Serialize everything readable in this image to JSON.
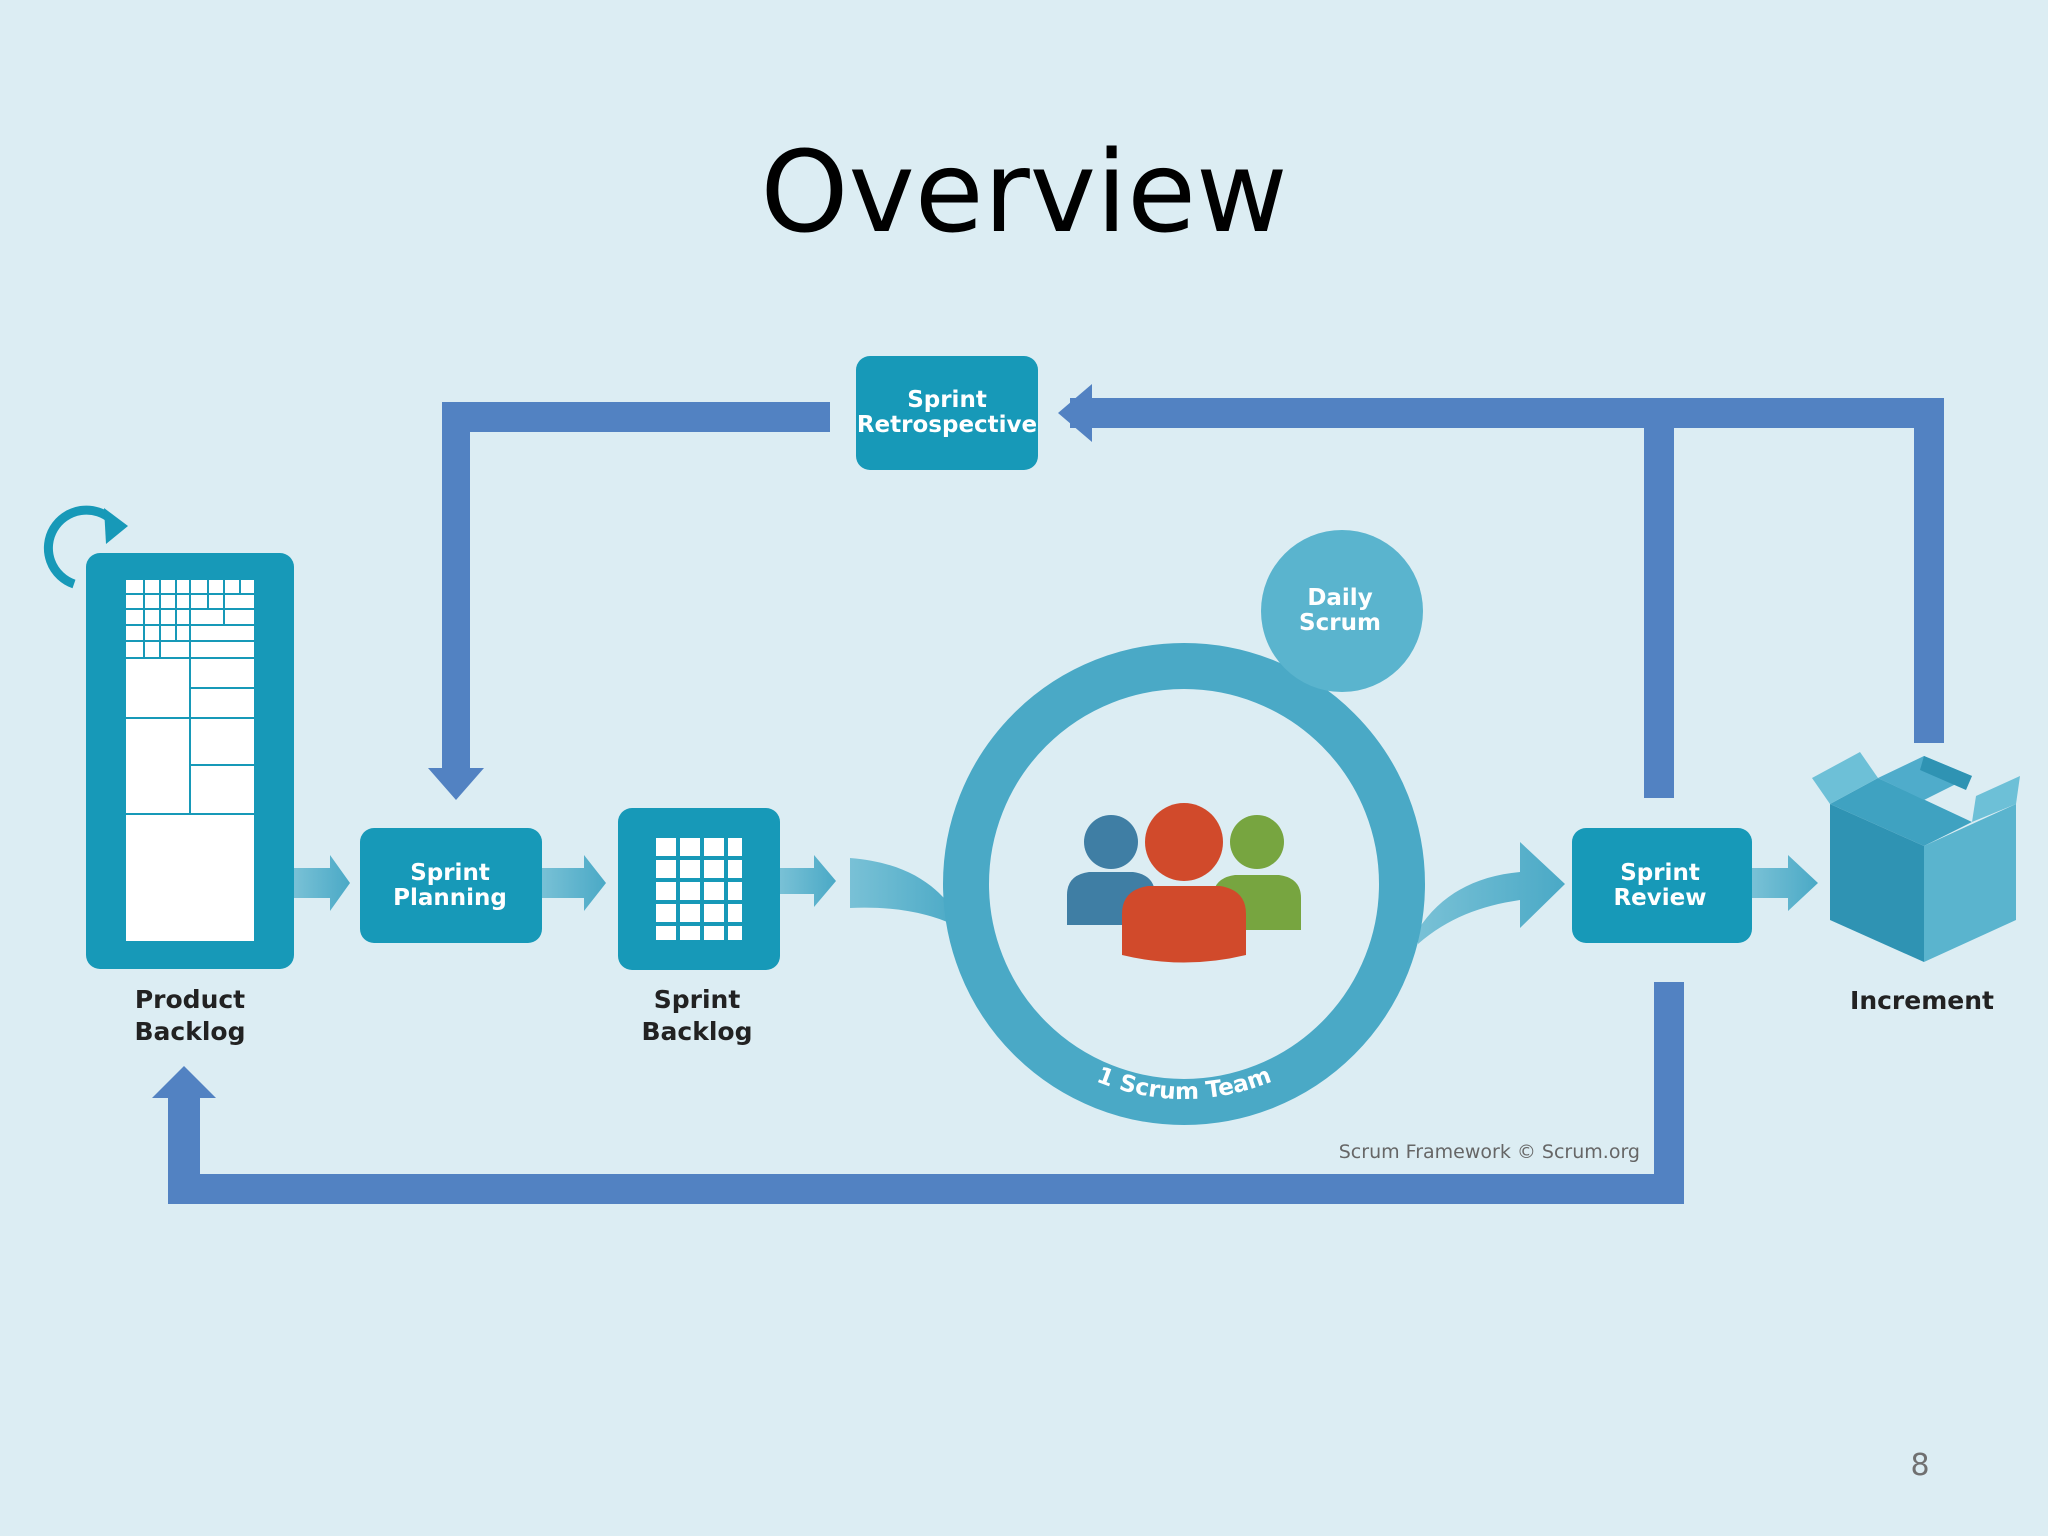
{
  "title": "Overview",
  "page_number": "8",
  "colors": {
    "background": "#dcedf3",
    "teal_box": "#1799b8",
    "blue_arrow": "#5282c2",
    "light_teal": "#5ab4ce",
    "person_orange": "#d14a2b",
    "person_blue": "#3f7ea4",
    "person_green": "#77a540"
  },
  "diagram": {
    "sprint_retrospective": [
      "Sprint",
      "Retrospective"
    ],
    "daily_scrum": [
      "Daily",
      "Scrum"
    ],
    "sprint_planning": [
      "Sprint",
      "Planning"
    ],
    "sprint_review": [
      "Sprint",
      "Review"
    ],
    "product_backlog": [
      "Product",
      "Backlog"
    ],
    "sprint_backlog": [
      "Sprint",
      "Backlog"
    ],
    "increment": "Increment",
    "scrum_team": "1 Scrum Team",
    "credit": "Scrum Framework © Scrum.org"
  }
}
